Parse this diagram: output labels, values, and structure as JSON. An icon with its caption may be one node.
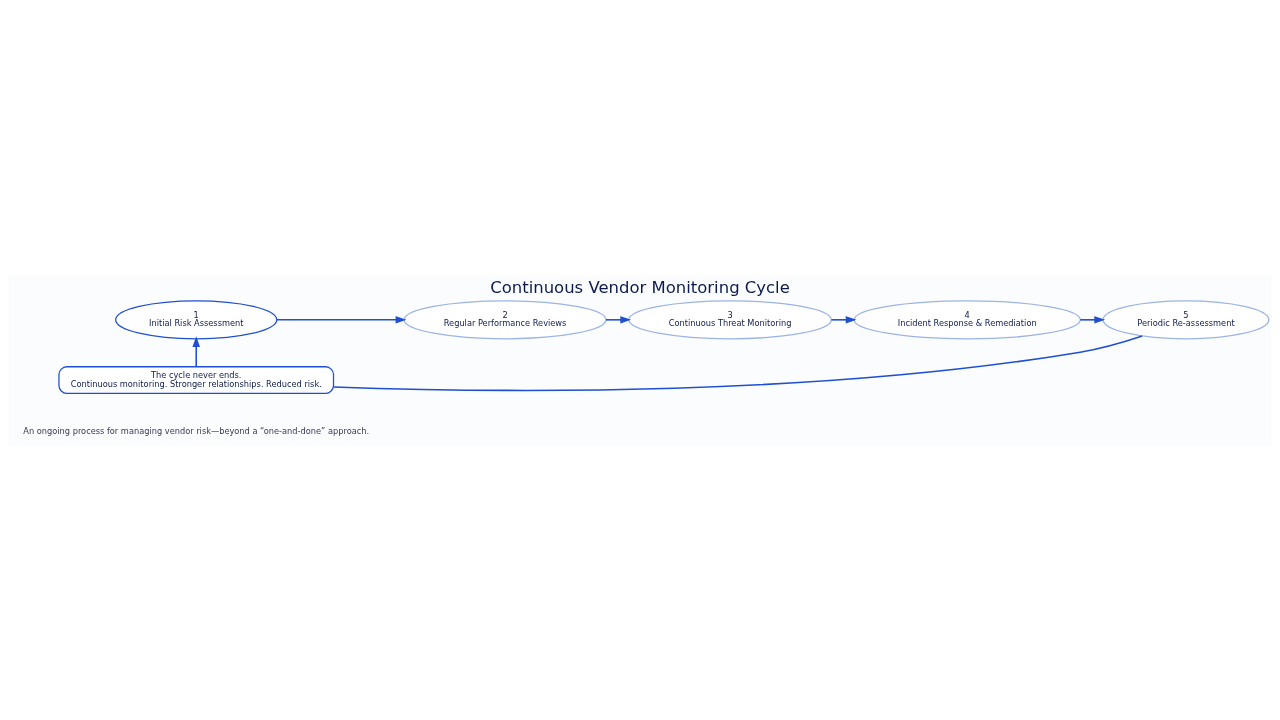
{
  "diagram": {
    "title": "Continuous Vendor Monitoring Cycle",
    "nodes": [
      {
        "text": [
          "1",
          "Initial Risk Assessment"
        ]
      },
      {
        "text": [
          "2",
          "Regular Performance Reviews"
        ]
      },
      {
        "text": [
          "3",
          "Continuous Threat Monitoring"
        ]
      },
      {
        "text": [
          "4",
          "Incident Response & Remediation"
        ]
      },
      {
        "text": [
          "5",
          "Periodic Re-assessment"
        ]
      },
      {
        "text": [
          "The cycle never ends.",
          "Continuous monitoring. Stronger relationships. Reduced risk."
        ]
      }
    ],
    "edges": [
      {
        "from": 0,
        "to": 1,
        "arrow": "to"
      },
      {
        "from": 1,
        "to": 2,
        "arrow": "to"
      },
      {
        "from": 2,
        "to": 3,
        "arrow": "to"
      },
      {
        "from": 3,
        "to": 4,
        "arrow": "to"
      },
      {
        "from": 4,
        "to": 5,
        "arrow": "none"
      },
      {
        "from": 5,
        "to": 0,
        "arrow": "to"
      }
    ],
    "labels": [
      "An ongoing process for managing vendor risk—beyond a “one-and-done” approach."
    ]
  }
}
